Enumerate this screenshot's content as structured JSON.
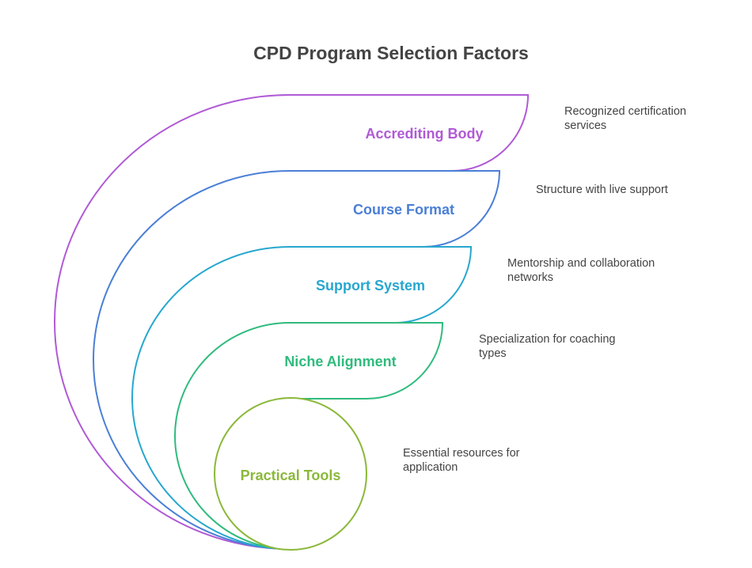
{
  "title": "CPD Program Selection Factors",
  "layers": [
    {
      "label": "Accrediting Body",
      "description_lines": [
        "Recognized certification",
        "services"
      ],
      "color": "#b05ad6"
    },
    {
      "label": "Course Format",
      "description_lines": [
        "Structure with live support"
      ],
      "color": "#4a7fd6"
    },
    {
      "label": "Support System",
      "description_lines": [
        "Mentorship and collaboration",
        "networks"
      ],
      "color": "#27a7cf"
    },
    {
      "label": "Niche Alignment",
      "description_lines": [
        "Specialization for coaching",
        "types"
      ],
      "color": "#2fbb7d"
    },
    {
      "label": "Practical Tools",
      "description_lines": [
        "Essential resources for",
        "application"
      ],
      "color": "#8bb83a"
    }
  ]
}
